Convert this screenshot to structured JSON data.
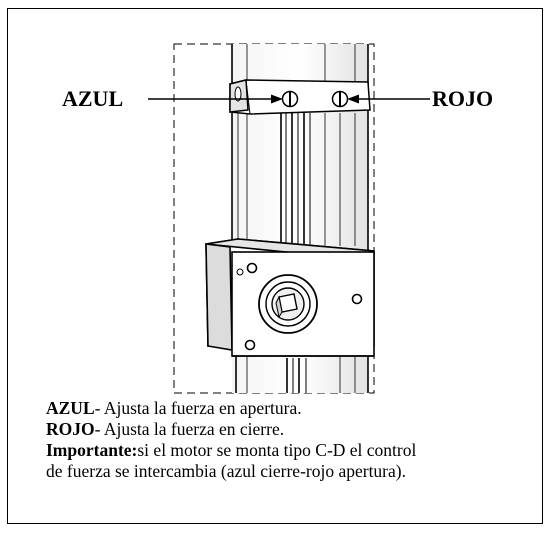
{
  "diagram": {
    "labels": {
      "left": "AZUL",
      "right": "ROJO"
    },
    "colors": {
      "line": "#000000",
      "background": "#ffffff",
      "metal_light": "#ffffff",
      "metal_shade": "#d6d6d6"
    },
    "icons": [
      "blue-force-screw-icon",
      "red-force-screw-icon",
      "motor-drive-hub-icon"
    ]
  },
  "caption": {
    "line1": {
      "term": "AZUL",
      "text": "- Ajusta la fuerza en apertura."
    },
    "line2": {
      "term": "ROJO",
      "text": "- Ajusta la fuerza en cierre."
    },
    "line3": {
      "term": "Importante:",
      "text": "si el motor se monta tipo C-D el control"
    },
    "line4": {
      "text": "de fuerza se intercambia (azul cierre-rojo apertura)."
    }
  }
}
